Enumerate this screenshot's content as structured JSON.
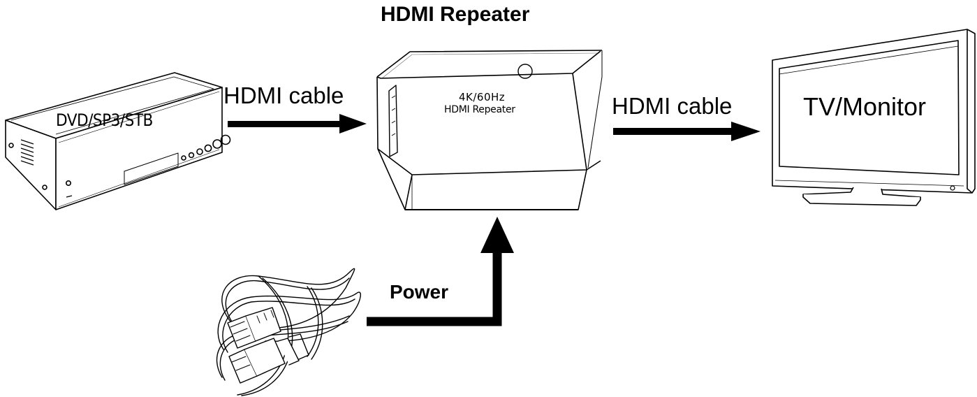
{
  "title": "HDMI Repeater",
  "source_device": {
    "label": "DVD/SP3/STB",
    "icon": "dvd-player-icon"
  },
  "repeater": {
    "line1": "4K/60Hz",
    "line2": "HDMI Repeater",
    "icon": "hdmi-repeater-box-icon"
  },
  "display_device": {
    "label": "TV/Monitor",
    "icon": "tv-monitor-icon"
  },
  "connections": {
    "input_cable": "HDMI cable",
    "output_cable": "HDMI cable",
    "power": "Power"
  },
  "power_cable": {
    "icon": "usb-cable-icon"
  },
  "colors": {
    "line": "#000000",
    "background": "#ffffff"
  }
}
